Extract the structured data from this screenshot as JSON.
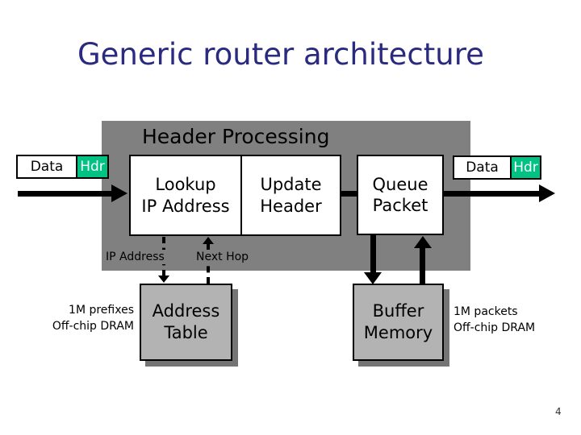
{
  "slide": {
    "title": "Generic router architecture",
    "page_number": "4"
  },
  "header_processing": {
    "label": "Header Processing",
    "lookup_box": {
      "line1": "Lookup",
      "line2": "IP Address"
    },
    "update_box": {
      "line1": "Update",
      "line2": "Header"
    },
    "queue_box": {
      "line1": "Queue",
      "line2": "Packet"
    },
    "table_io_labels": {
      "ip_address": "IP Address",
      "next_hop": "Next Hop"
    }
  },
  "packet_left": {
    "data_label": "Data",
    "hdr_label": "Hdr"
  },
  "packet_right": {
    "data_label": "Data",
    "hdr_label": "Hdr"
  },
  "address_table": {
    "box": {
      "line1": "Address",
      "line2": "Table"
    },
    "note": {
      "line1": "1M prefixes",
      "line2": "Off-chip DRAM"
    }
  },
  "buffer_memory": {
    "box": {
      "line1": "Buffer",
      "line2": "Memory"
    },
    "note": {
      "line1": "1M packets",
      "line2": "Off-chip DRAM"
    }
  },
  "colors": {
    "title_navy": "#2A2A7E",
    "region_gray": "#808080",
    "memory_box_gray": "#B3B3B3",
    "shadow_gray": "#757575",
    "hdr_green": "#00C282",
    "arrow_black": "#000000"
  }
}
